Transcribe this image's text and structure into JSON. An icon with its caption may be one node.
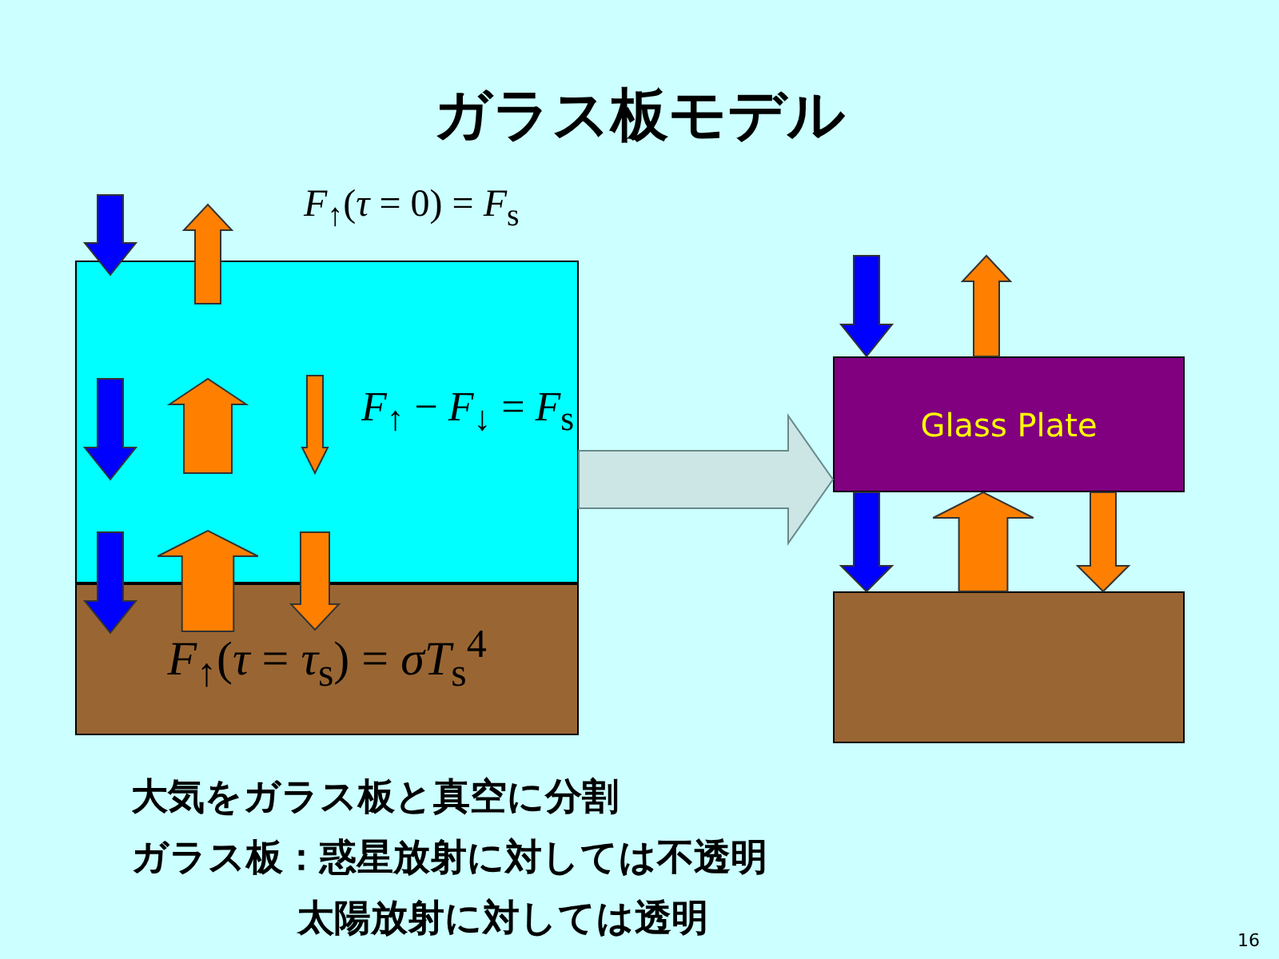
{
  "diagram": {
    "title": "ガラス板モデル",
    "nodes": [
      {
        "text": [],
        "shape": "box"
      },
      {
        "text": [
          "*F*$_{↑}$(*τ* = *τ*$_{s}$) = *σT*$_{s}$$^{4}$"
        ]
      },
      {
        "text": [
          "Glass Plate"
        ]
      },
      {
        "text": [],
        "shape": "box"
      }
    ],
    "edges": [
      {
        "from": null,
        "to": 2,
        "arrow": "to",
        "color": "#0000ff"
      },
      {
        "from": 2,
        "to": null,
        "arrow": "to"
      },
      {
        "from": 2,
        "to": 3,
        "arrow": "to",
        "color": "#0000ff"
      },
      {
        "from": 3,
        "to": 2,
        "arrow": "to",
        "style": "thick"
      },
      {
        "from": 2,
        "to": 3,
        "arrow": "to"
      },
      {
        "from": 0,
        "to": 2,
        "arrow": "to",
        "style": "thick",
        "color": "#cce6e6"
      },
      {
        "from": null,
        "to": 0,
        "arrow": "to",
        "color": "#0000ff"
      },
      {
        "from": 0,
        "to": null,
        "arrow": "to"
      },
      {
        "from": 0,
        "to": 1,
        "arrow": "to",
        "color": "#0000ff"
      },
      {
        "from": 1,
        "to": 0,
        "arrow": "to",
        "style": "thick"
      },
      {
        "from": 0,
        "to": 1,
        "arrow": "to"
      }
    ],
    "labels": [
      "*F*$_{↑}$(*τ* = 0) = *F*$_{s}$",
      "*F*$_{↑}$ − *F*$_{↓}$ = *F*$_{s}$",
      "大気をガラス板と真空に分割",
      "ガラス板：惑星放射に対しては不透明",
      "太陽放射に対しては透明",
      "16"
    ]
  }
}
